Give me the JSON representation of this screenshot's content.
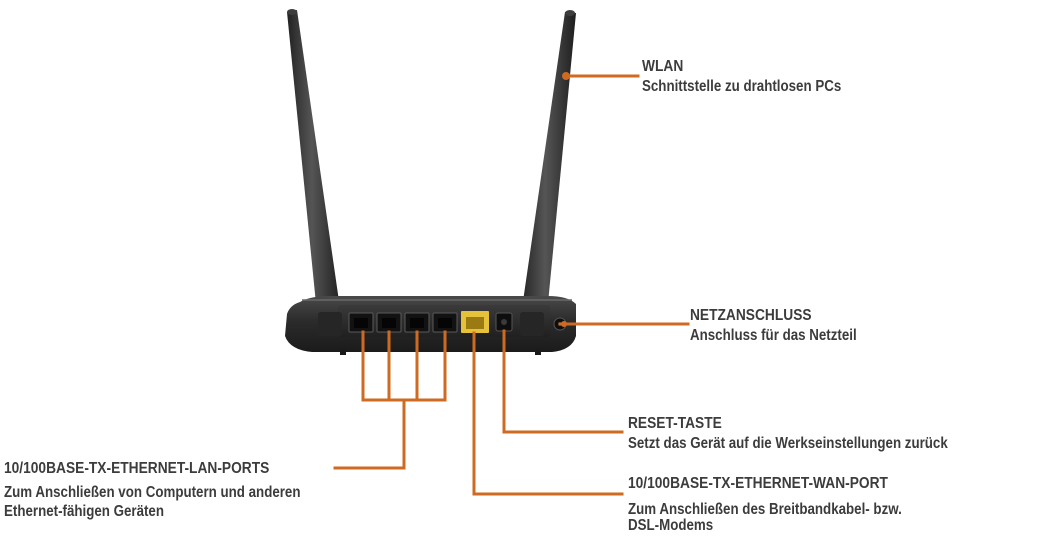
{
  "colors": {
    "background": "#ffffff",
    "leader_line": "#cf6a22",
    "router_body": "#2e2e2e",
    "router_highlight": "#555555",
    "antenna": "#383838",
    "port_dark": "#141414",
    "wan_port": "#e6c23a",
    "text": "#3c3c3c"
  },
  "device": {
    "name": "router-rear-view",
    "lan_port_count": 4,
    "antenna_count": 2
  },
  "labels": {
    "wlan": {
      "title": "WLAN",
      "desc": "Schnittstelle zu drahtlosen PCs"
    },
    "power": {
      "title": "NETZANSCHLUSS",
      "desc": "Anschluss für das Netzteil"
    },
    "reset": {
      "title": "RESET-TASTE",
      "desc": "Setzt das Gerät auf die Werkseinstellungen zurück"
    },
    "wan": {
      "title": "10/100BASE-TX-ETHERNET-WAN-PORT",
      "desc_line1": "Zum Anschließen des Breitbandkabel- bzw.",
      "desc_line2": "DSL-Modems"
    },
    "lan": {
      "title": "10/100BASE-TX-ETHERNET-LAN-PORTS",
      "desc_line1": "Zum Anschließen von Computern und anderen",
      "desc_line2": "Ethernet-fähigen Geräten"
    }
  }
}
